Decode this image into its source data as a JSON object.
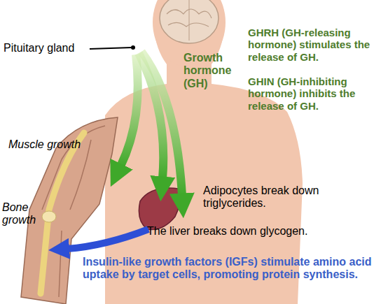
{
  "diagram": {
    "labels": [
      "Pituitary gland",
      "Growth hormone (GH)",
      "GHRH (GH-releasing hormone) stimulates the release of GH.",
      "GHIN (GH-inhibiting hormone) inhibits the release of GH.",
      "Muscle growth",
      "Bone growth",
      "Adipocytes break down triglycerides.",
      "The liver breaks down glycogen.",
      "Insulin-like growth factors (IGFs) stimulate amino acid uptake by target cells, promoting protein synthesis."
    ]
  }
}
